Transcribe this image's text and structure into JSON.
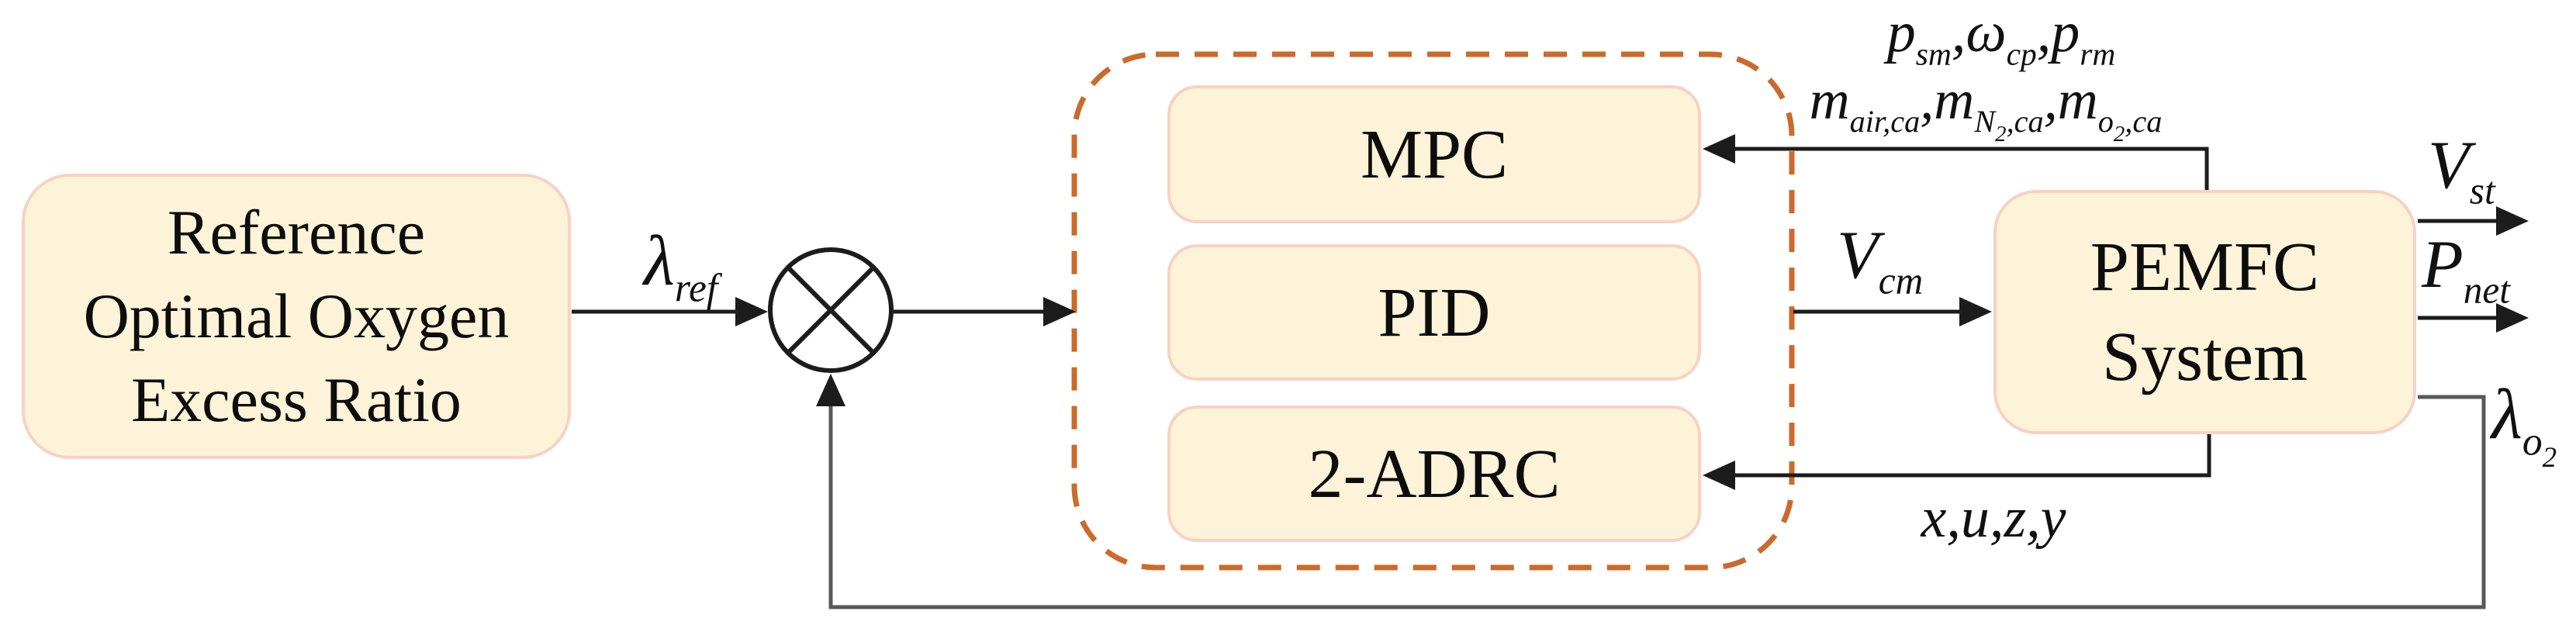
{
  "blocks": {
    "reference": {
      "line1": "Reference",
      "line2": "Optimal Oxygen",
      "line3": "Excess Ratio"
    },
    "mpc": {
      "label": "MPC"
    },
    "pid": {
      "label": "PID"
    },
    "adrc": {
      "label": "2-ADRC"
    },
    "pemfc": {
      "line1": "PEMFC",
      "line2": "System"
    }
  },
  "signals": {
    "lambda_ref": {
      "base": "λ",
      "sub": "ref"
    },
    "pressure_row": {
      "b1": "p",
      "s1": "sm",
      "c1": ",",
      "b2": "ω",
      "s2": "cp",
      "c2": ",",
      "b3": "p",
      "s3": "rm"
    },
    "mass_row": {
      "b1": "m",
      "s1": "air,ca",
      "c1": ",",
      "b2": "m",
      "s2a": "N",
      "s2b": "2",
      "s2c": ",ca",
      "c2": ",",
      "b3": "m",
      "s3a": "o",
      "s3b": "2",
      "s3c": ",ca"
    },
    "v_cm": {
      "base": "V",
      "sub": "cm"
    },
    "v_st": {
      "base": "V",
      "sub": "st"
    },
    "p_net": {
      "base": "P",
      "sub": "net"
    },
    "lambda_o2": {
      "base": "λ",
      "sub": "o",
      "subsub": "2"
    },
    "state_row": "x,u,z,y"
  },
  "colors": {
    "background": "#ffffff",
    "block_fill": "#fcf3d8",
    "block_border": "#f7d2c4",
    "dashed_group_border": "#cb6a2a",
    "line": "#1c1c1c",
    "feedback_line": "#595959",
    "text": "#0d0d0d"
  }
}
